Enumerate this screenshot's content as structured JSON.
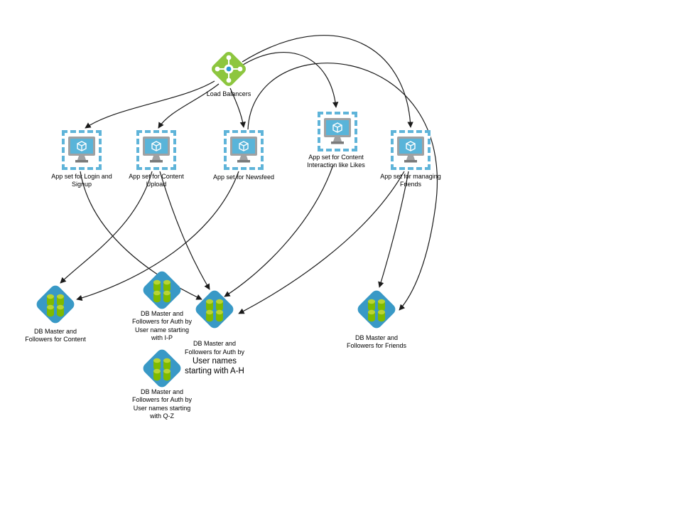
{
  "diagram": {
    "title": "Social network architecture diagram",
    "colors": {
      "app_border_blue": "#5fb4d9",
      "screen_blue": "#59b4d9",
      "db_diamond_blue": "#3999c6",
      "cylinder_green": "#7fba00",
      "cylinder_top_green": "#b8d432",
      "load_balancer_green": "#8dc63f",
      "connector_black": "#1a1a1a"
    },
    "nodes": {
      "load_balancer": {
        "label": "Load Balancers",
        "icon": "load-balancer-icon"
      },
      "app_login": {
        "label": "App set for Login and\nSignup",
        "icon": "vm-scale-set-icon"
      },
      "app_upload": {
        "label": "App set for Content\nUpload",
        "icon": "vm-scale-set-icon"
      },
      "app_newsfeed": {
        "label": "App set for Newsfeed",
        "icon": "vm-scale-set-icon"
      },
      "app_likes": {
        "label": "App set for Content\nInteraction like Likes",
        "icon": "vm-scale-set-icon"
      },
      "app_friends": {
        "label": "App set for managing\nFriends",
        "icon": "vm-scale-set-icon"
      },
      "db_content": {
        "label": "DB Master and\nFollowers for Content",
        "icon": "db-cluster-icon"
      },
      "db_auth_ip": {
        "label": "DB Master and\nFollowers for Auth by\nUser name starting\nwith I-P",
        "icon": "db-cluster-icon"
      },
      "db_auth_ah": {
        "label_small": "DB Master and\nFollowers for Auth by",
        "label_large": "User names\nstarting with A-H",
        "icon": "db-cluster-icon"
      },
      "db_auth_qz": {
        "label": "DB Master and\nFollowers for Auth by\nUser names starting\nwith Q-Z",
        "icon": "db-cluster-icon"
      },
      "db_friends": {
        "label": "DB Master and\nFollowers for Friends",
        "icon": "db-cluster-icon"
      }
    },
    "edges": [
      {
        "from": "load_balancer",
        "to": "app_login"
      },
      {
        "from": "load_balancer",
        "to": "app_upload"
      },
      {
        "from": "load_balancer",
        "to": "app_newsfeed"
      },
      {
        "from": "load_balancer",
        "to": "app_likes"
      },
      {
        "from": "load_balancer",
        "to": "app_friends"
      },
      {
        "from": "app_login",
        "to": "db_auth_ah"
      },
      {
        "from": "app_upload",
        "to": "db_content"
      },
      {
        "from": "app_upload",
        "to": "db_auth_ah"
      },
      {
        "from": "app_newsfeed",
        "to": "db_content"
      },
      {
        "from": "app_newsfeed",
        "to": "db_friends"
      },
      {
        "from": "app_likes",
        "to": "db_auth_ah"
      },
      {
        "from": "app_friends",
        "to": "db_auth_ah"
      },
      {
        "from": "app_friends",
        "to": "db_friends"
      }
    ]
  }
}
